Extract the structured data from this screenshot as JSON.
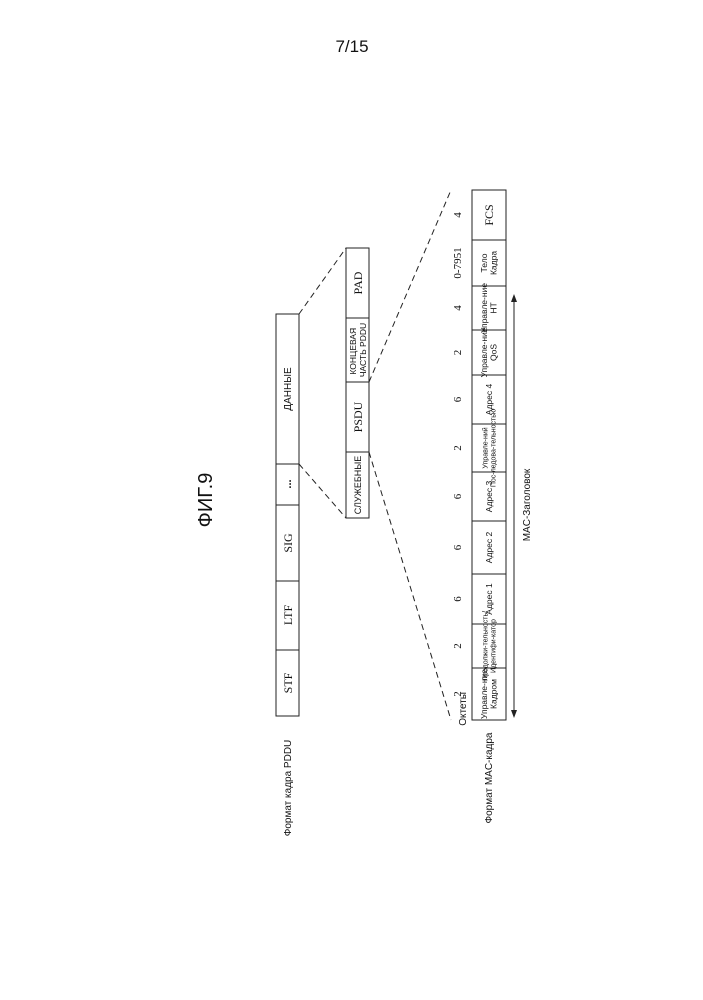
{
  "page_number": "7/15",
  "figure_title": "ФИГ.9",
  "pddu": {
    "caption": "Формат кадра PDDU",
    "fields": [
      "STF",
      "LTF",
      "SIG",
      "...",
      "ДАННЫЕ"
    ]
  },
  "data_field": {
    "fields": [
      "СЛУЖЕБНЫЕ",
      "PSDU",
      "КОНЦЕВАЯ ЧАСТЬ PDDU",
      "PAD"
    ]
  },
  "mac": {
    "caption": "Формат MAC-кадра",
    "octets_label": "Октеты",
    "header_label": "MAC-Заголовок",
    "octets": [
      "2",
      "2",
      "6",
      "6",
      "6",
      "2",
      "6",
      "2",
      "4",
      "0-7951",
      "4"
    ],
    "fields": [
      "Управле-ние Кадром",
      "Продолжи-тельность/ Идентифи-катор",
      "Адрес 1",
      "Адрес 2",
      "Адрес 3",
      "Управле-ний Пос-ледова-тельностью",
      "Адрес 4",
      "Управле-ние QoS",
      "Управле-ние НТ",
      "Тело Кадра",
      "FCS"
    ]
  }
}
